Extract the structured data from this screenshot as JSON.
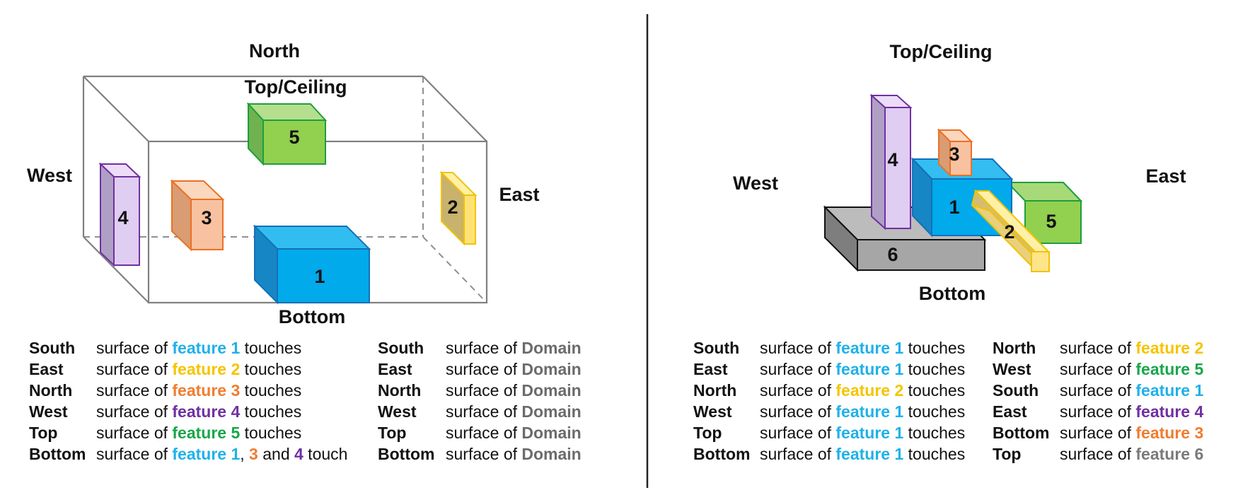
{
  "colors": {
    "feature1": "#1fb1e8",
    "feature2": "#f5c400",
    "feature3": "#f07d2f",
    "feature4": "#7030a0",
    "feature5": "#19a64a",
    "feature6": "#7a7a7a",
    "domain": "#6b6b6b"
  },
  "left": {
    "labels": {
      "north": "North",
      "top": "Top/Ceiling",
      "west": "West",
      "east": "East",
      "bottom": "Bottom"
    },
    "features": {
      "f1": "1",
      "f2": "2",
      "f3": "3",
      "f4": "4",
      "f5": "5"
    },
    "table": {
      "rows": [
        {
          "face": "South",
          "pre": "surface of ",
          "feat": "feature 1",
          "mid": "",
          "feat2": "",
          "and": "",
          "feat3": "",
          "verb": " touches",
          "face2": "South",
          "pre2": "surface of ",
          "target": "Domain"
        },
        {
          "face": "East",
          "pre": "surface of ",
          "feat": "feature 2",
          "mid": "",
          "feat2": "",
          "and": "",
          "feat3": "",
          "verb": " touches",
          "face2": "East",
          "pre2": "surface of ",
          "target": "Domain"
        },
        {
          "face": "North",
          "pre": "surface of ",
          "feat": "feature 3",
          "mid": "",
          "feat2": "",
          "and": "",
          "feat3": "",
          "verb": " touches",
          "face2": "North",
          "pre2": "surface of ",
          "target": "Domain"
        },
        {
          "face": "West",
          "pre": "surface of ",
          "feat": "feature 4",
          "mid": "",
          "feat2": "",
          "and": "",
          "feat3": "",
          "verb": " touches",
          "face2": "West",
          "pre2": "surface of ",
          "target": "Domain"
        },
        {
          "face": "Top",
          "pre": "surface of ",
          "feat": "feature 5",
          "mid": "",
          "feat2": "",
          "and": "",
          "feat3": "",
          "verb": " touches",
          "face2": "Top",
          "pre2": "surface of ",
          "target": "Domain"
        },
        {
          "face": "Bottom",
          "pre": "surface of ",
          "feat": "feature 1",
          "mid": ", ",
          "feat2": "3",
          "and": " and ",
          "feat3": "4",
          "verb": " touch",
          "face2": "Bottom",
          "pre2": "surface of ",
          "target": "Domain"
        }
      ]
    }
  },
  "right": {
    "labels": {
      "top": "Top/Ceiling",
      "west": "West",
      "east": "East",
      "bottom": "Bottom"
    },
    "features": {
      "f1": "1",
      "f2": "2",
      "f3": "3",
      "f4": "4",
      "f5": "5",
      "f6": "6"
    },
    "table": {
      "rows": [
        {
          "face": "South",
          "pre": "surface of ",
          "feat": "feature 1",
          "verb": " touches",
          "face2": "North",
          "pre2": "surface of ",
          "target": "feature 2"
        },
        {
          "face": "East",
          "pre": "surface of ",
          "feat": "feature 1",
          "verb": " touches",
          "face2": "West",
          "pre2": "surface of ",
          "target": "feature 5"
        },
        {
          "face": "North",
          "pre": "surface of ",
          "feat": "feature 2",
          "verb": " touches",
          "face2": "South",
          "pre2": "surface of ",
          "target": "feature 1"
        },
        {
          "face": "West",
          "pre": "surface of ",
          "feat": "feature 1",
          "verb": " touches",
          "face2": "East",
          "pre2": "surface of ",
          "target": "feature 4"
        },
        {
          "face": "Top",
          "pre": "surface of ",
          "feat": "feature 1",
          "verb": " touches",
          "face2": "Bottom",
          "pre2": "surface of ",
          "target": "feature 3"
        },
        {
          "face": "Bottom",
          "pre": "surface of ",
          "feat": "feature 1",
          "verb": " touches",
          "face2": "Top",
          "pre2": "surface of ",
          "target": "feature 6"
        }
      ]
    }
  }
}
